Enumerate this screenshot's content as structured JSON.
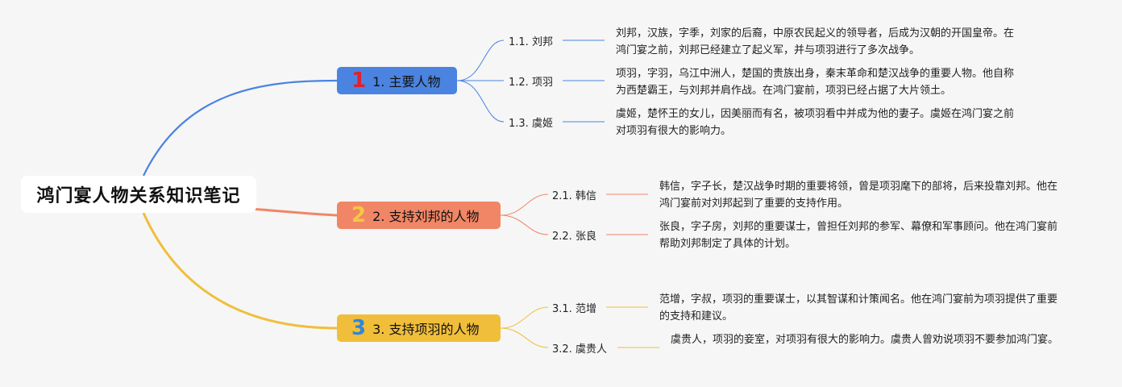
{
  "root": {
    "title": "鸿门宴人物关系知识笔记"
  },
  "branches": [
    {
      "number": "1",
      "label": "1. 主要人物",
      "color": "#4a84e0",
      "children": [
        {
          "label": "1.1. 刘邦",
          "note": "刘邦，汉族，字季，刘家的后裔，中原农民起义的领导者，后成为汉朝的开国皇帝。在鸿门宴之前，刘邦已经建立了起义军，并与项羽进行了多次战争。"
        },
        {
          "label": "1.2. 项羽",
          "note": "项羽，字羽，乌江中洲人，楚国的贵族出身，秦末革命和楚汉战争的重要人物。他自称为西楚霸王，与刘邦并肩作战。在鸿门宴前，项羽已经占据了大片领土。"
        },
        {
          "label": "1.3. 虞姬",
          "note": "虞姬，楚怀王的女儿，因美丽而有名，被项羽看中并成为他的妻子。虞姬在鸿门宴之前对项羽有很大的影响力。"
        }
      ]
    },
    {
      "number": "2",
      "label": "2. 支持刘邦的人物",
      "color": "#f08666",
      "children": [
        {
          "label": "2.1. 韩信",
          "note": "韩信，字子长，楚汉战争时期的重要将领，曾是项羽麾下的部将，后来投靠刘邦。他在鸿门宴前对刘邦起到了重要的支持作用。"
        },
        {
          "label": "2.2. 张良",
          "note": "张良，字子房，刘邦的重要谋士，曾担任刘邦的参军、幕僚和军事顾问。他在鸿门宴前帮助刘邦制定了具体的计划。"
        }
      ]
    },
    {
      "number": "3",
      "label": "3. 支持项羽的人物",
      "color": "#f0be3a",
      "children": [
        {
          "label": "3.1. 范增",
          "note": "范增，字叔，项羽的重要谋士，以其智谋和计策闻名。他在鸿门宴前为项羽提供了重要的支持和建议。"
        },
        {
          "label": "3.2. 虞贵人",
          "note": "虞贵人，项羽的妾室，对项羽有很大的影响力。虞贵人曾劝说项羽不要参加鸿门宴。"
        }
      ]
    }
  ]
}
